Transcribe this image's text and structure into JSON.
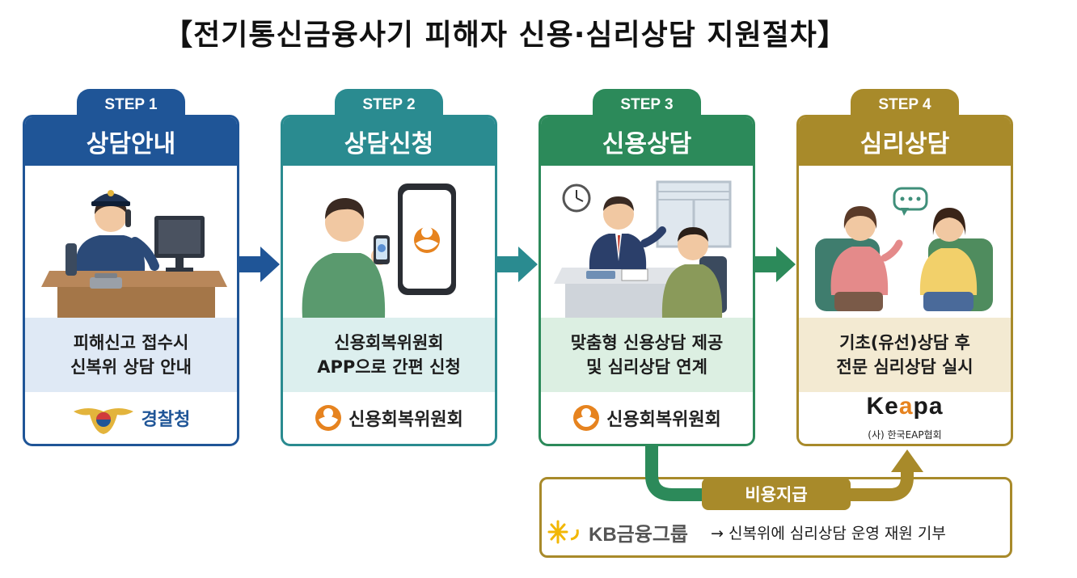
{
  "title": "【전기통신금융사기 피해자 신용·심리상담 지원절차】",
  "steps": [
    {
      "tab": "STEP 1",
      "header": "상담안내",
      "desc_lines": [
        "피해신고 접수시",
        "신복위 상담 안내"
      ],
      "org": "경찰청"
    },
    {
      "tab": "STEP 2",
      "header": "상담신청",
      "desc_lines": [
        "신용회복위원회",
        "APP으로 간편 신청"
      ],
      "org": "신용회복위원회"
    },
    {
      "tab": "STEP 3",
      "header": "신용상담",
      "desc_lines": [
        "맞춤형 신용상담 제공",
        "및 심리상담 연계"
      ],
      "org": "신용회복위원회"
    },
    {
      "tab": "STEP 4",
      "header": "심리상담",
      "desc_lines": [
        "기초(유선)상담 후",
        "전문 심리상담 실시"
      ],
      "org_brand": "Keapa",
      "org_brand_parts": [
        "Ke",
        "a",
        "pa"
      ],
      "org": "(사) 한국EAP협회"
    }
  ],
  "funding": {
    "label": "비용지급",
    "sponsor_kb": "KB",
    "sponsor_rest": "금융그룹",
    "desc": "→ 신복위에 심리상담 운영 재원 기부"
  },
  "colors": {
    "step1": "#1f5597",
    "step2": "#2a8b90",
    "step3": "#2c8a5a",
    "step4": "#a88a2a",
    "ccrs_logo": "#e6831f",
    "kb_logo": "#f2b705"
  },
  "icons": [
    "police-emblem-icon",
    "ccrs-logo-icon",
    "kb-star-icon",
    "speech-bubble-icon",
    "wall-clock-icon"
  ]
}
